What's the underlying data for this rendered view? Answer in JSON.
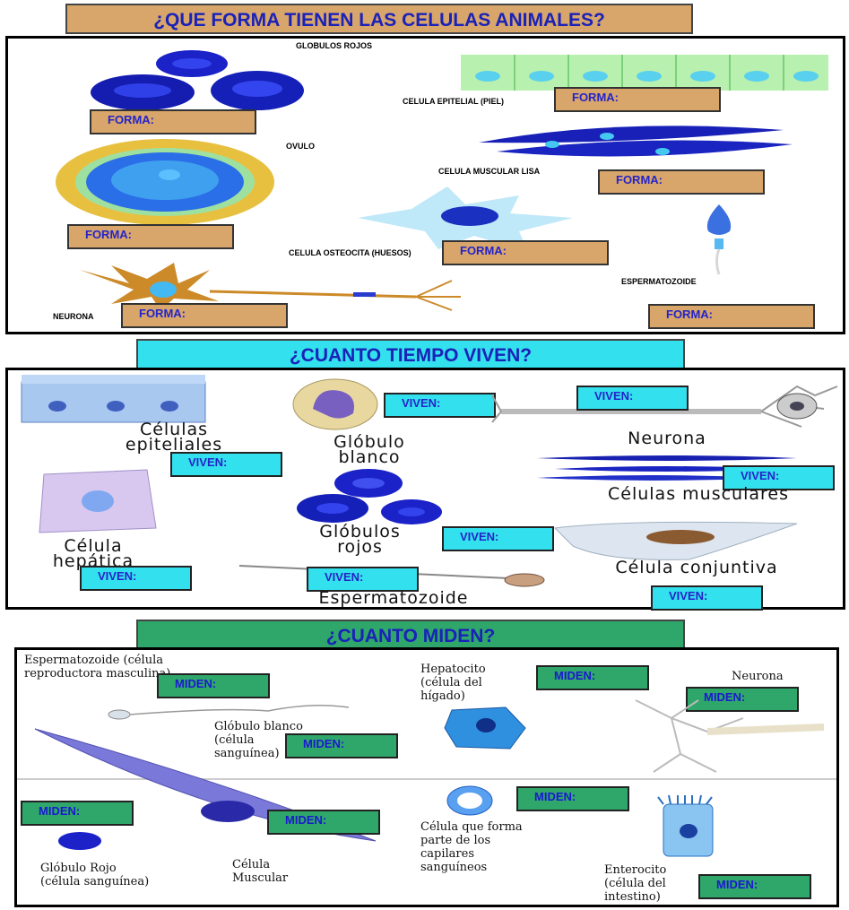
{
  "section1": {
    "title": "¿QUE FORMA TIENEN LAS CELULAS ANIMALES?",
    "labels": {
      "globulos_rojos": "GLOBULOS ROJOS",
      "epitelial": "CELULA EPITELIAL (PIEL)",
      "ovulo": "OVULO",
      "muscular_lisa": "CELULA MUSCULAR LISA",
      "osteocita": "CELULA OSTEOCITA (HUESOS)",
      "espermatozoide": "ESPERMATOZOIDE",
      "neurona": "NEURONA"
    },
    "box_label": "FORMA:"
  },
  "section2": {
    "title": "¿CUANTO TIEMPO VIVEN?",
    "labels": {
      "epiteliales": "Células epiteliales",
      "globulo_blanco": "Glóbulo blanco",
      "neurona": "Neurona",
      "musculares": "Células musculares",
      "hepatica": "Célula hepática",
      "globulos_rojos": "Glóbulos rojos",
      "conjuntiva": "Célula conjuntiva",
      "espermatozoide": "Espermatozoide"
    },
    "box_label": "VIVEN:"
  },
  "section3": {
    "title": "¿CUANTO MIDEN?",
    "labels": {
      "espermatozoide": "Espermatozoide (célula reproductora masculina)",
      "hepatocito": "Hepatocito (célula del hígado)",
      "neurona": "Neurona",
      "globulo_blanco": "Glóbulo blanco (célula sanguínea)",
      "globulo_rojo": "Glóbulo Rojo (célula sanguínea)",
      "muscular": "Célula Muscular",
      "capilares": "Célula que forma parte de los capilares sanguíneos",
      "enterocito": "Enterocito (célula del intestino)"
    },
    "box_label": "MIDEN:"
  },
  "colors": {
    "forma_box": "#d8a56b",
    "viven_box": "#33e0ee",
    "miden_box": "#2fa66a",
    "title_text": "#1a22b8"
  }
}
